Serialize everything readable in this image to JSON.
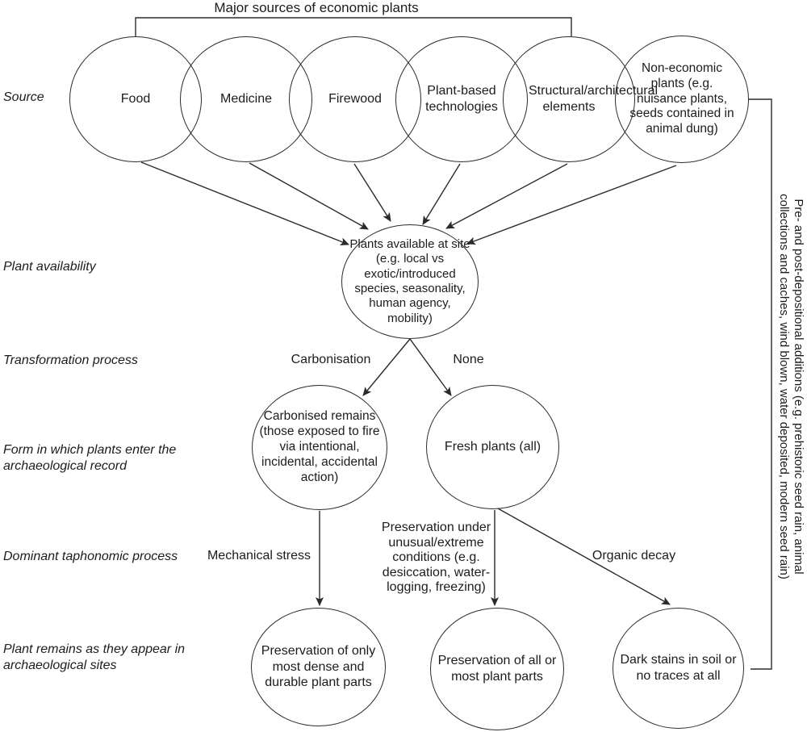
{
  "colors": {
    "background": "#ffffff",
    "line": "#2b2b2b",
    "text": "#1c1c1c"
  },
  "title": "Major sources of economic plants",
  "stage_labels": {
    "source": "Source",
    "plant_availability": "Plant availability",
    "transformation_process": "Transformation process",
    "form_lines": [
      "Form in which plants enter the",
      "archaeological record"
    ],
    "taphonomic": "Dominant taphonomic process",
    "remains_lines": [
      "Plant remains as they appear in",
      "archaeological sites"
    ]
  },
  "nodes": {
    "food": "Food",
    "medicine": "Medicine",
    "firewood": "Firewood",
    "plant_technologies": "Plant-based technologies",
    "structural": "Structural/architectural elements",
    "non_economic": "Non-economic plants (e.g. nuisance plants, seeds contained in animal dung)",
    "plants_available": "Plants available at site (e.g. local vs exotic/introduced species, seasonality, human agency, mobility)",
    "carbonised": "Carbonised remains (those exposed to fire via intentional, incidental, accidental action)",
    "fresh": "Fresh plants (all)",
    "dense_parts": "Preservation of only most dense and durable plant parts",
    "all_parts": "Preservation of all or most plant parts",
    "dark_stains": "Dark stains in soil or no traces at all"
  },
  "edge_labels": {
    "carbonisation": "Carbonisation",
    "none": "None",
    "mechanical_stress": "Mechanical stress",
    "preservation_under": "Preservation under unusual/extreme conditions (e.g. desiccation, water-logging, freezing)",
    "organic_decay": "Organic decay"
  },
  "side_note_lines": [
    "Pre- and post-depositional additions (e.g. prehistoric seed rain, animal",
    "collections and caches, wind blown, water deposited, modern seed rain)"
  ]
}
